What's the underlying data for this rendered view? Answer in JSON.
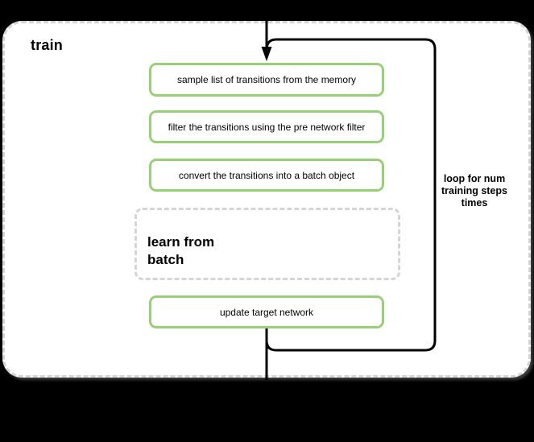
{
  "diagram": {
    "title": "train",
    "steps": [
      {
        "label": "sample list of transitions from the memory"
      },
      {
        "label": "filter the transitions using the pre network filter"
      },
      {
        "label": "convert the transitions into a batch object"
      }
    ],
    "subprocess_label": "learn from\nbatch",
    "final_step_label": "update target network",
    "loop_annotation": "loop for num\ntraining steps\ntimes",
    "colors": {
      "step_border": "#97d077",
      "container_border": "#d4d4d4",
      "connector": "#000000",
      "canvas_background": "#ffffff",
      "page_background": "#000000"
    }
  }
}
